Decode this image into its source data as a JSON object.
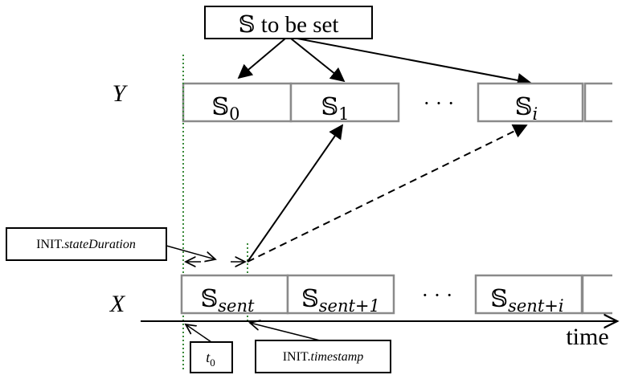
{
  "top_box": {
    "symbol": "𝕊",
    "text": " to be set"
  },
  "row_y": {
    "label": "Y",
    "slots": [
      {
        "symbol": "𝕊",
        "sub": "0"
      },
      {
        "symbol": "𝕊",
        "sub": "1"
      },
      {
        "symbol": "𝕊",
        "sub": "i"
      }
    ],
    "ellipsis": "· · ·"
  },
  "row_x": {
    "label": "X",
    "slots": [
      {
        "symbol": "𝕊",
        "sub": "sent"
      },
      {
        "symbol": "𝕊",
        "sub": "sent+1"
      },
      {
        "symbol": "𝕊",
        "sub": "sent+i"
      }
    ],
    "ellipsis": "· · ·"
  },
  "time_label": "time",
  "state_duration_box": {
    "prefix": "INIT.",
    "field": "stateDuration"
  },
  "timestamp_box": {
    "prefix": "INIT.",
    "field": "timestamp"
  },
  "t0_box": {
    "symbol": "t",
    "sub": "0"
  },
  "colors": {
    "stroke": "#000000",
    "box_border": "#8a8a8a",
    "green_dotted": "#3a8a3a"
  }
}
